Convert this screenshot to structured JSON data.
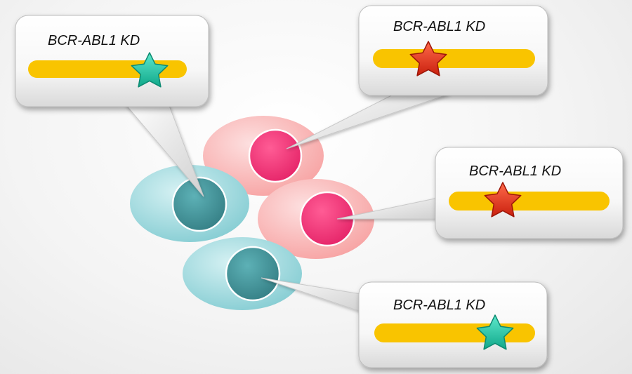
{
  "callouts": [
    {
      "label": "BCR-ABL1 KD",
      "marker_color": "teal",
      "cell": "teal"
    },
    {
      "label": "BCR-ABL1 KD",
      "marker_color": "red",
      "cell": "pink"
    },
    {
      "label": "BCR-ABL1 KD",
      "marker_color": "red",
      "cell": "pink"
    },
    {
      "label": "BCR-ABL1 KD",
      "marker_color": "teal",
      "cell": "teal"
    }
  ],
  "colors": {
    "gene_bar": "#f9c400",
    "star_teal": "#1fc9a6",
    "star_red": "#e8321e",
    "cell_pink": "#f9b0b0",
    "nucleus_pink": "#f2347a",
    "cell_teal": "#8fd3d8",
    "nucleus_teal": "#3f9aa0"
  }
}
